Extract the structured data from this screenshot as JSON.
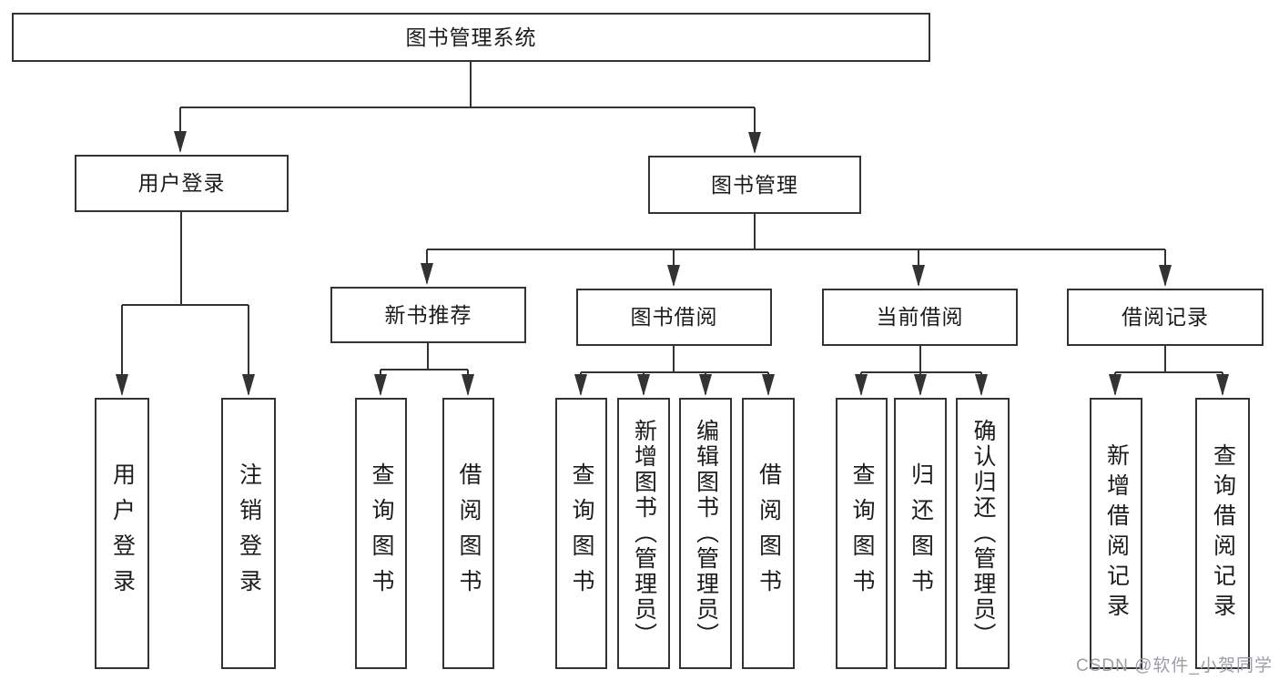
{
  "colors": {
    "line": "#333333",
    "border": "#333333",
    "text": "#1c1c1c",
    "background": "#ffffff",
    "watermark": "#9d9da4"
  },
  "watermark": {
    "text": "CSDN @软件_小贺同学"
  },
  "tree": {
    "label": "图书管理系统",
    "children": [
      {
        "label": "用户登录",
        "children": [
          {
            "label": "用户登录"
          },
          {
            "label": "注销登录"
          }
        ]
      },
      {
        "label": "图书管理",
        "children": [
          {
            "label": "新书推荐",
            "children": [
              {
                "label": "查询图书"
              },
              {
                "label": "借阅图书"
              }
            ]
          },
          {
            "label": "图书借阅",
            "children": [
              {
                "label": "查询图书"
              },
              {
                "label": "新增图书（管理员）"
              },
              {
                "label": "编辑图书（管理员）"
              },
              {
                "label": "借阅图书"
              }
            ]
          },
          {
            "label": "当前借阅",
            "children": [
              {
                "label": "查询图书"
              },
              {
                "label": "归还图书"
              },
              {
                "label": "确认归还（管理员）"
              }
            ]
          },
          {
            "label": "借阅记录",
            "children": [
              {
                "label": "新增借阅记录"
              },
              {
                "label": "查询借阅记录"
              }
            ]
          }
        ]
      }
    ]
  }
}
